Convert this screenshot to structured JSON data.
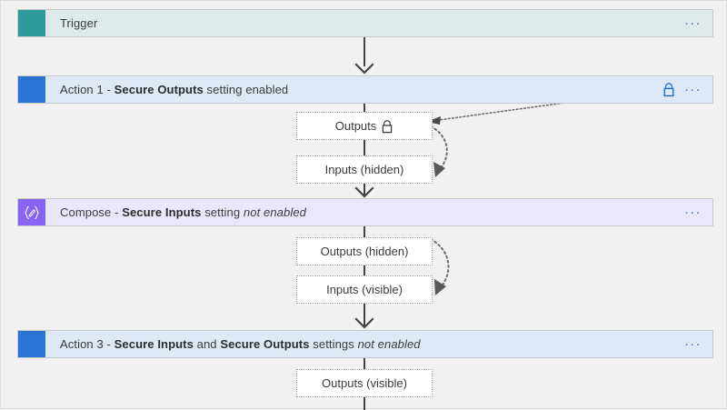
{
  "diagram": {
    "title": "Logic App secure inputs and outputs flow",
    "background_color": "#f1f1f1",
    "nodes": [
      {
        "id": "trigger",
        "type": "trigger-bar",
        "accent_color": "#2f9a9c",
        "background_color": "#dfeaea",
        "label_plain": "Trigger",
        "label_parts": [
          {
            "text": "Trigger",
            "style": "normal"
          }
        ],
        "has_lock": false,
        "menu": "..."
      },
      {
        "id": "action-1",
        "type": "action-bar",
        "accent_color": "#2b73d4",
        "background_color": "#dde9f7",
        "label_plain": "Action 1 - Secure Outputs setting enabled",
        "label_parts": [
          {
            "text": "Action 1 - ",
            "style": "normal"
          },
          {
            "text": "Secure Outputs",
            "style": "bold"
          },
          {
            "text": " setting enabled",
            "style": "normal"
          }
        ],
        "has_lock": true,
        "lock_icon_color": "#2b6cc4",
        "menu": "..."
      },
      {
        "id": "compose",
        "type": "compose-bar",
        "accent_color": "#8763f3",
        "background_color": "#eae7fd",
        "icon_glyph": "{✐}",
        "label_plain": "Compose - Secure Inputs setting not enabled",
        "label_parts": [
          {
            "text": "Compose - ",
            "style": "normal"
          },
          {
            "text": "Secure Inputs",
            "style": "bold"
          },
          {
            "text": " setting ",
            "style": "normal"
          },
          {
            "text": "not enabled",
            "style": "italic"
          }
        ],
        "has_lock": false,
        "menu": "..."
      },
      {
        "id": "action-3",
        "type": "action-bar",
        "accent_color": "#2b73d4",
        "background_color": "#dde9f7",
        "label_plain": "Action 3 - Secure Inputs and Secure Outputs settings not enabled",
        "label_parts": [
          {
            "text": "Action 3 - ",
            "style": "normal"
          },
          {
            "text": "Secure Inputs",
            "style": "bold"
          },
          {
            "text": " and ",
            "style": "normal"
          },
          {
            "text": "Secure Outputs",
            "style": "bold"
          },
          {
            "text": " settings ",
            "style": "normal"
          },
          {
            "text": "not enabled",
            "style": "italic"
          }
        ],
        "has_lock": false,
        "menu": "..."
      }
    ],
    "io_boxes": [
      {
        "id": "a1-outputs",
        "label": "Outputs",
        "has_lock": true,
        "lock_icon_color": "#3b3b3b",
        "belongs_to": "action-1"
      },
      {
        "id": "a1-inputs",
        "label": "Inputs (hidden)",
        "has_lock": false,
        "belongs_to": "action-1"
      },
      {
        "id": "cp-outputs",
        "label": "Outputs (hidden)",
        "has_lock": false,
        "belongs_to": "compose"
      },
      {
        "id": "cp-inputs",
        "label": "Inputs (visible)",
        "has_lock": false,
        "belongs_to": "compose"
      },
      {
        "id": "a3-outputs",
        "label": "Outputs (visible)",
        "has_lock": false,
        "belongs_to": "action-3"
      }
    ],
    "connectors": {
      "solid_color": "#444444",
      "dotted_color": "#6e6e6e",
      "annotation_arrows": [
        {
          "id": "lock-to-outputs",
          "from": "action-1 lock icon",
          "to": "a1-outputs",
          "style": "dotted-straight"
        },
        {
          "id": "outputs-to-inputs-1",
          "from": "a1-outputs",
          "to": "a1-inputs",
          "style": "dotted-curve"
        },
        {
          "id": "outputs-to-inputs-2",
          "from": "cp-outputs",
          "to": "cp-inputs",
          "style": "dotted-curve"
        }
      ]
    }
  }
}
